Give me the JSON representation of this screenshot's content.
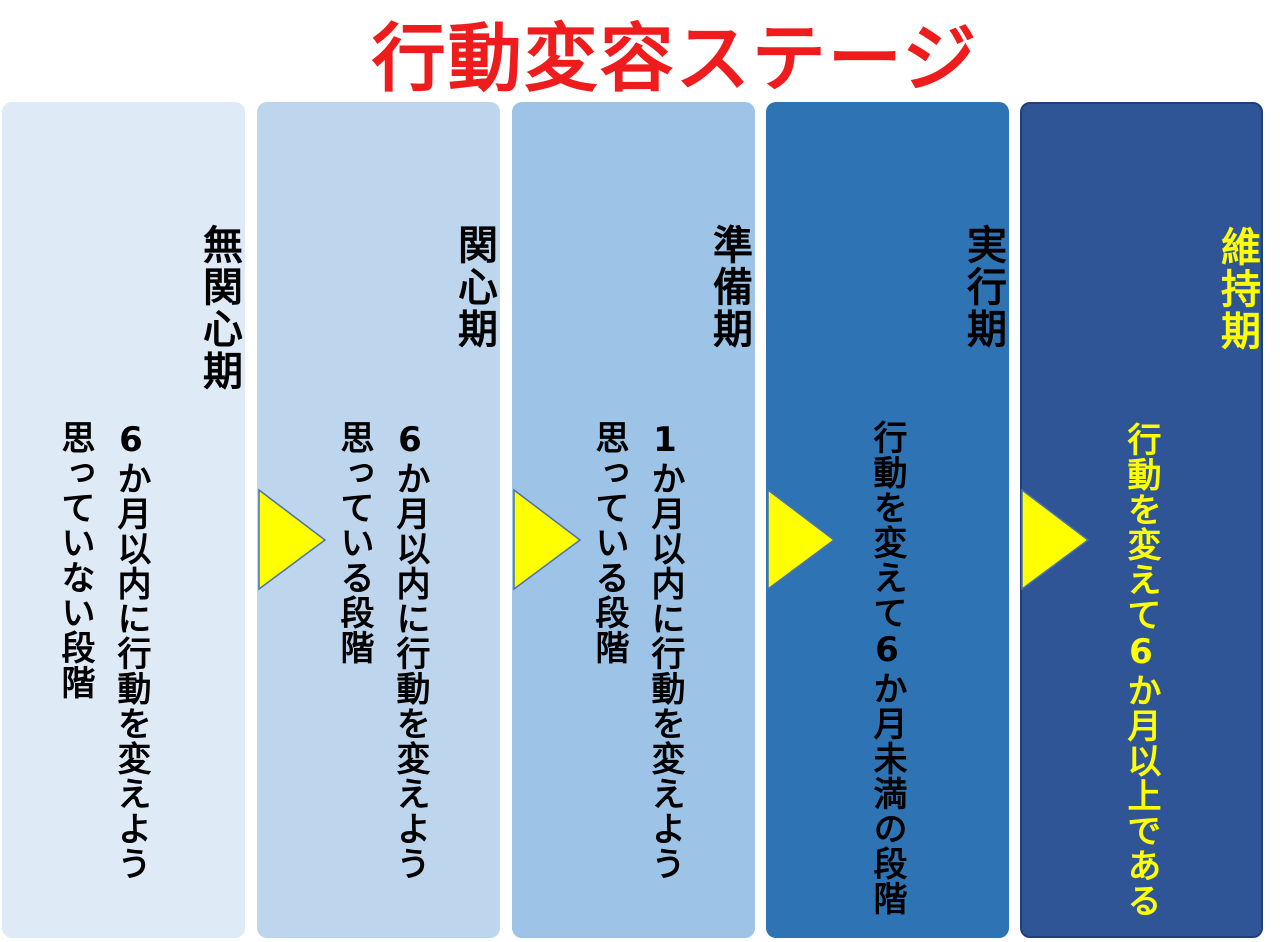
{
  "title": "行動変容ステージ",
  "colors": {
    "title": "#ee1c1c",
    "arrow_fill": "#ffff00",
    "arrow_stroke": "#4a72b0"
  },
  "stages": [
    {
      "name": "無関心期",
      "description": "6か月以内に行動を変えよう\n思っていない段階",
      "panel_color": "#deeaf6",
      "text_color": "#000000"
    },
    {
      "name": "関心期",
      "description": "6か月以内に行動を変えよう\n思っている段階",
      "panel_color": "#bdd6ee",
      "text_color": "#000000"
    },
    {
      "name": "準備期",
      "description": "1か月以内に行動を変えよう\n思っている段階",
      "panel_color": "#9dc3e6",
      "text_color": "#000000"
    },
    {
      "name": "実行期",
      "description": "行動を変えて6か月未満の段階",
      "panel_color": "#2e74b5",
      "text_color": "#000000"
    },
    {
      "name": "維持期",
      "description": "行動を変えて6か月以上である",
      "panel_color": "#2f5597",
      "text_color": "#ffff00"
    }
  ]
}
